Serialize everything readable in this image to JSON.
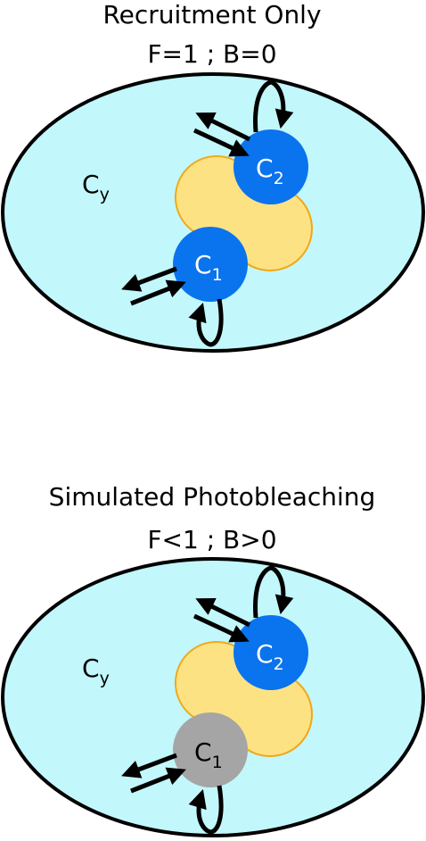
{
  "panels": [
    {
      "title": "Recruitment Only",
      "subtitle": "F=1 ; B=0",
      "cytoplasm_label": "C",
      "cytoplasm_sub": "y",
      "c2_label": "C",
      "c2_sub": "2",
      "c1_label": "C",
      "c1_sub": "1",
      "c1_color": "#0a73ee",
      "c1_text_color": "#ffffff"
    },
    {
      "title": "Simulated Photobleaching",
      "subtitle": "F<1 ; B>0",
      "cytoplasm_label": "C",
      "cytoplasm_sub": "y",
      "c2_label": "C",
      "c2_sub": "2",
      "c1_label": "C",
      "c1_sub": "1",
      "c1_color": "#a5a5a5",
      "c1_text_color": "#000000"
    }
  ],
  "colors": {
    "cytoplasm_fill": "#c2f7fb",
    "nucleus_fill": "#fde284",
    "nucleus_stroke": "#f0a818",
    "c2_fill": "#0a73ee",
    "outline": "#000000"
  }
}
